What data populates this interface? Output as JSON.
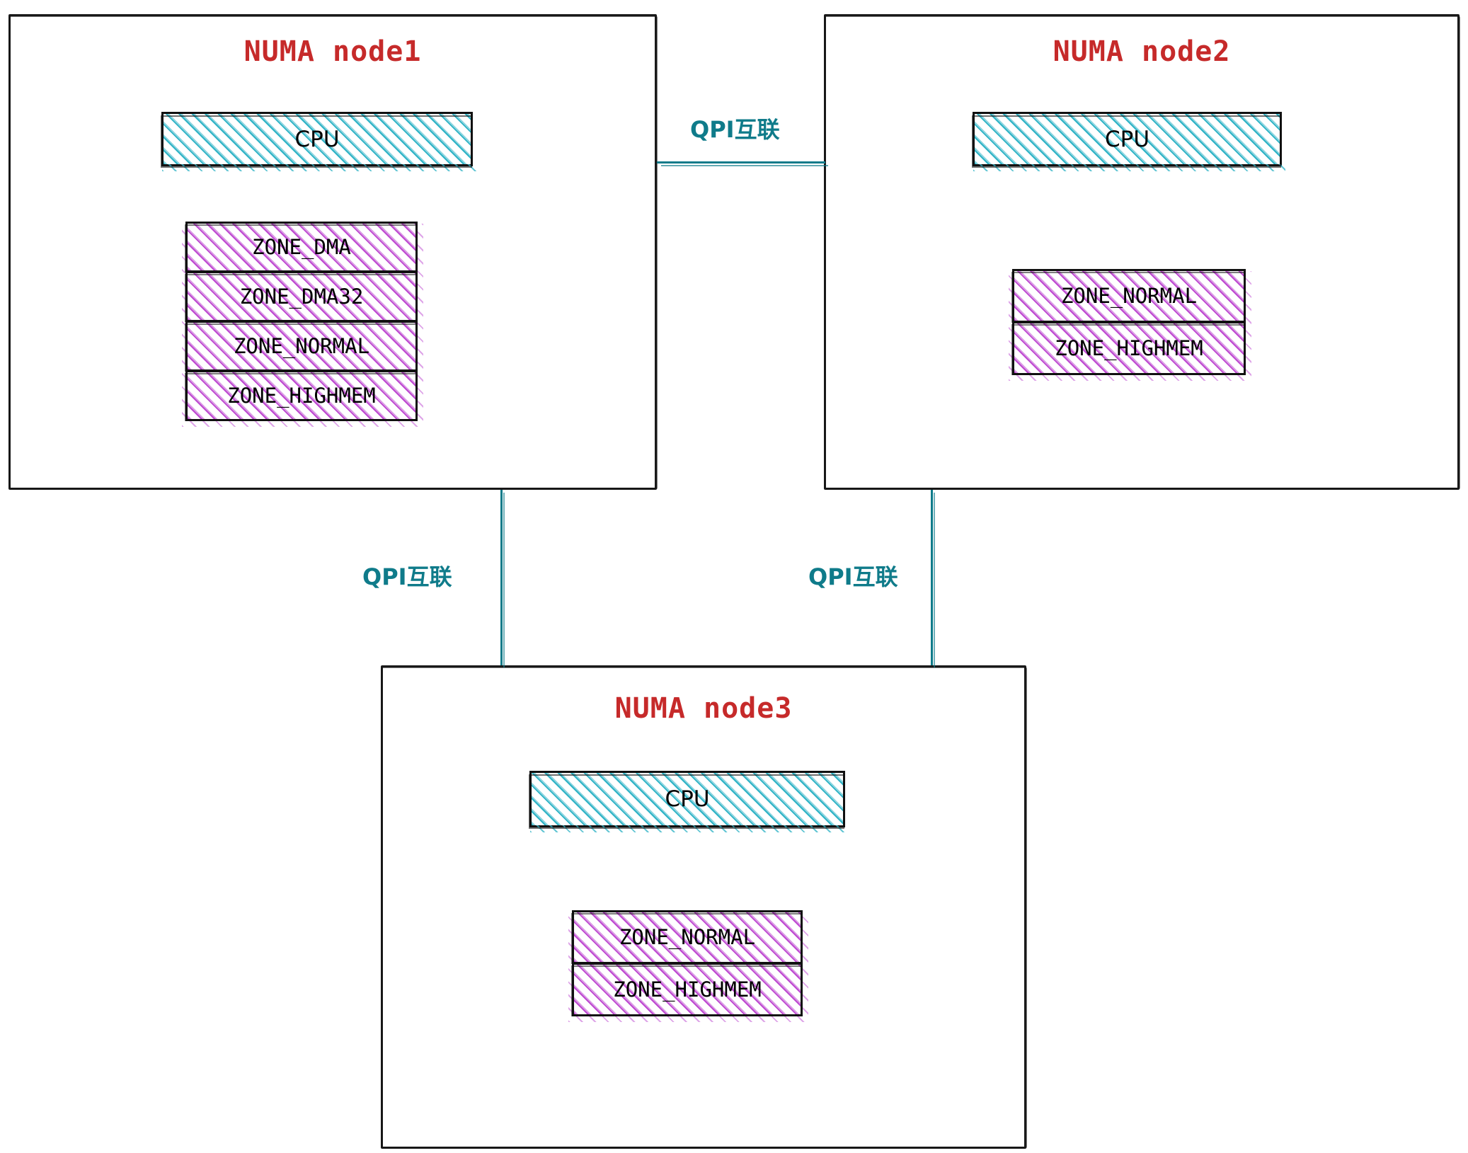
{
  "diagram": {
    "title": "NUMA nodes with memory zones and QPI interconnects",
    "colors": {
      "node_title": "#c62a2a",
      "cpu_hatch": "#2fb3c6",
      "zone_hatch": "#be4ad1",
      "qpi": "#0f7b8a",
      "outline": "#111111",
      "background": "#ffffff"
    }
  },
  "nodes": [
    {
      "id": "node1",
      "title": "NUMA node1",
      "cpu": {
        "label": "CPU"
      },
      "zones": [
        {
          "label": "ZONE_DMA"
        },
        {
          "label": "ZONE_DMA32"
        },
        {
          "label": "ZONE_NORMAL"
        },
        {
          "label": "ZONE_HIGHMEM"
        }
      ]
    },
    {
      "id": "node2",
      "title": "NUMA node2",
      "cpu": {
        "label": "CPU"
      },
      "zones": [
        {
          "label": "ZONE_NORMAL"
        },
        {
          "label": "ZONE_HIGHMEM"
        }
      ]
    },
    {
      "id": "node3",
      "title": "NUMA node3",
      "cpu": {
        "label": "CPU"
      },
      "zones": [
        {
          "label": "ZONE_NORMAL"
        },
        {
          "label": "ZONE_HIGHMEM"
        }
      ]
    }
  ],
  "connections": [
    {
      "id": "node1-node2",
      "label": "QPI互联",
      "orientation": "horizontal"
    },
    {
      "id": "node1-node3",
      "label": "QPI互联",
      "orientation": "vertical"
    },
    {
      "id": "node2-node3",
      "label": "QPI互联",
      "orientation": "vertical"
    }
  ]
}
